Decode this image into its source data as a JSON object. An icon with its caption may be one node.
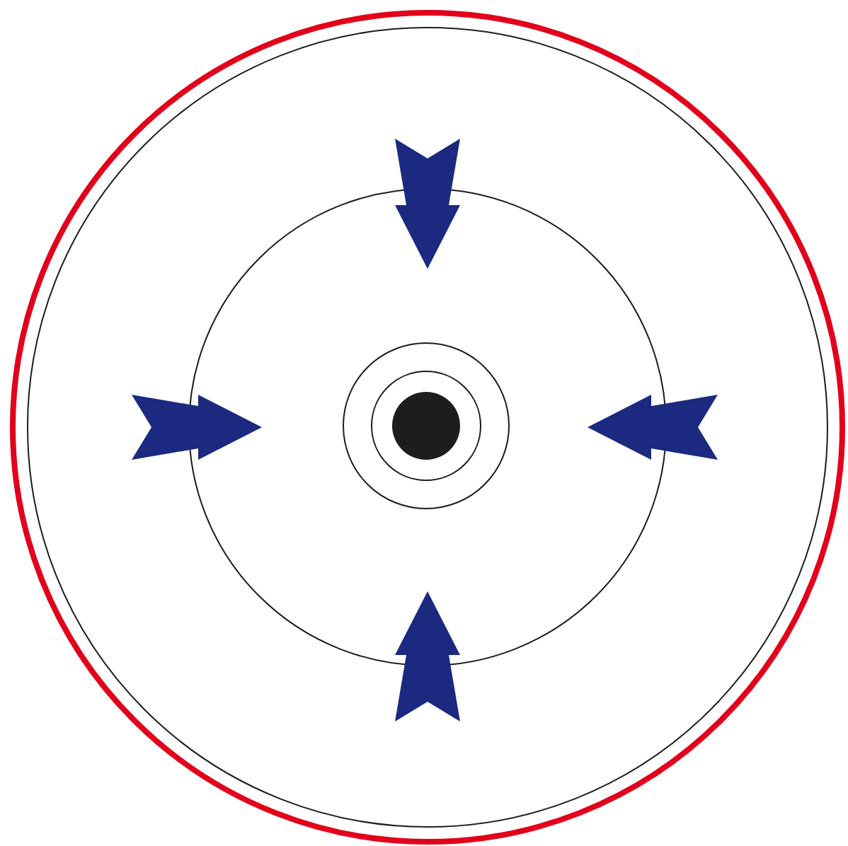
{
  "diagram": {
    "nodes": [
      {
        "text": [],
        "shape": "circle"
      },
      {
        "text": [],
        "shape": "circle",
        "in": 0
      },
      {
        "text": [],
        "shape": "circle",
        "in": 1
      },
      {
        "text": [],
        "shape": "circle",
        "in": 2
      },
      {
        "text": [],
        "shape": "circle",
        "in": 3
      },
      {
        "text": [],
        "shape": "circle",
        "in": 4
      }
    ]
  }
}
